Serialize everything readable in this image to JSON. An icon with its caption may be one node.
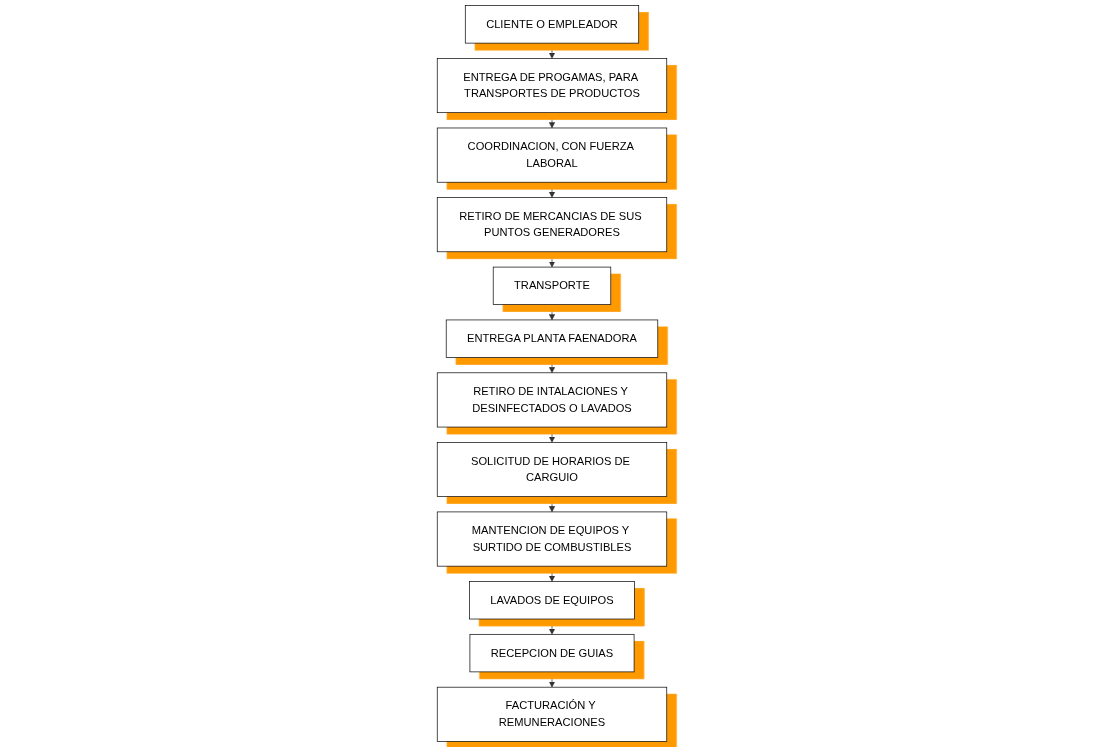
{
  "diagram": {
    "nodes": [
      {
        "text": [
          "CLIENTE O EMPLEADOR"
        ]
      },
      {
        "text": [
          "ENTREGA DE PROGAMAS, PARA TRANSPORTES DE PRODUCTOS"
        ]
      },
      {
        "text": [
          "COORDINACION, CON FUERZA LABORAL"
        ]
      },
      {
        "text": [
          "RETIRO DE MERCANCIAS DE SUS PUNTOS GENERADORES"
        ]
      },
      {
        "text": [
          "TRANSPORTE"
        ]
      },
      {
        "text": [
          "ENTREGA PLANTA FAENADORA"
        ]
      },
      {
        "text": [
          "FACTURACIÓN Y REMUNERACIONES"
        ]
      },
      {
        "text": [
          "RECEPCION DE GUIAS"
        ]
      },
      {
        "text": [
          "LAVADOS DE EQUIPOS"
        ]
      },
      {
        "text": [
          "MANTENCION DE EQUIPOS Y SURTIDO DE COMBUSTIBLES"
        ]
      },
      {
        "text": [
          "SOLICITUD DE HORARIOS DE CARGUIO"
        ]
      },
      {
        "text": [
          "RETIRO DE INTALACIONES Y DESINFECTADOS O LAVADOS"
        ]
      }
    ],
    "edges": [
      {
        "from": 0,
        "to": 1,
        "arrow": "to"
      },
      {
        "from": 1,
        "to": 2,
        "arrow": "to"
      },
      {
        "from": 2,
        "to": 3,
        "arrow": "to"
      },
      {
        "from": 3,
        "to": 4,
        "arrow": "to"
      },
      {
        "from": 4,
        "to": 5,
        "arrow": "to"
      },
      {
        "from": 5,
        "to": 11,
        "arrow": "to"
      },
      {
        "from": 11,
        "to": 10,
        "arrow": "to"
      },
      {
        "from": 10,
        "to": 9,
        "arrow": "to"
      },
      {
        "from": 9,
        "to": 8,
        "arrow": "to"
      },
      {
        "from": 8,
        "to": 7,
        "arrow": "to"
      },
      {
        "from": 7,
        "to": 6,
        "arrow": "to"
      }
    ]
  }
}
